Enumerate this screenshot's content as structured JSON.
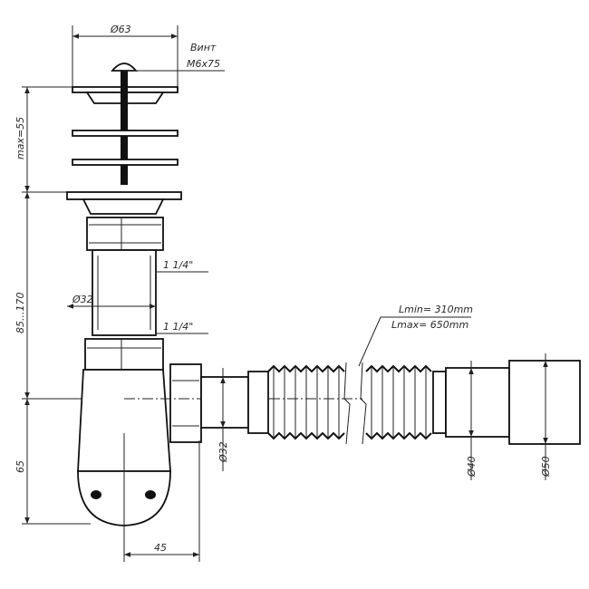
{
  "annotations": {
    "top_diameter": "Ø63",
    "screw_label": "Винт",
    "screw_size": "M6x75",
    "height_max": "max=55",
    "height_range": "85...170",
    "thread_upper": "1 1/4\"",
    "pipe_diameter": "Ø32",
    "thread_lower": "1 1/4\"",
    "length_min": "Lmin= 310mm",
    "length_max": "Lmax= 650mm",
    "outlet_diameter_32": "Ø32",
    "outlet_diameter_40": "Ø40",
    "outlet_diameter_50": "Ø50",
    "height_bottom": "65",
    "offset_width": "45"
  }
}
